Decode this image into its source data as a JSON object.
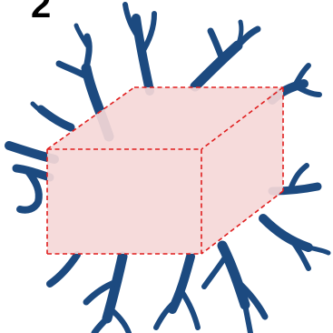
{
  "panel_label": "2",
  "colors": {
    "branch": "#1c4a80",
    "box_fill": "#f5d8d8",
    "box_edge": "#e01e1e"
  },
  "icons": {
    "background": "branching-dendrite-structure",
    "box": "dashed-cuboid"
  }
}
